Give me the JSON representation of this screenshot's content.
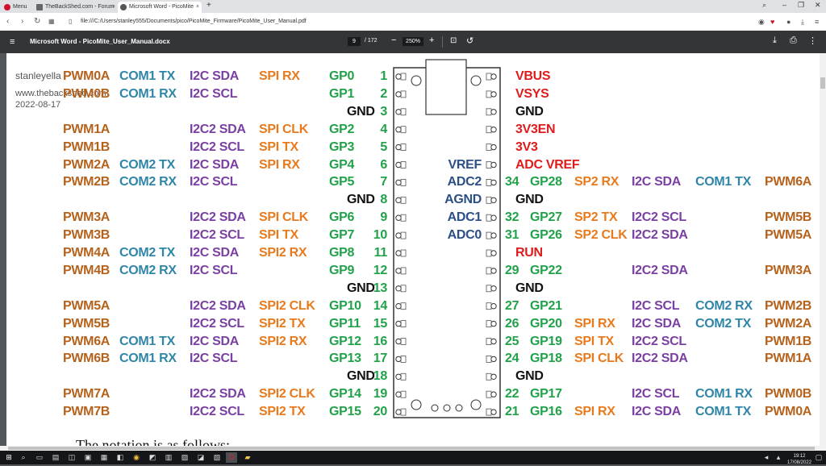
{
  "browser": {
    "tabs": [
      {
        "label": "Menu",
        "icon_color": "#d0102b",
        "active": false
      },
      {
        "label": "TheBackShed.com - Forum",
        "icon_color": "#666",
        "active": false
      },
      {
        "label": "Microsoft Word - PicoMite",
        "icon_color": "#555",
        "active": true
      }
    ],
    "new_tab": "+",
    "url": "file:///C:/Users/stanley555/Documents/pico/PicoMite_Firmware/PicoMite_User_Manual.pdf"
  },
  "pdf_toolbar": {
    "menu_icon": "menu-icon",
    "title": "Microsoft Word - PicoMite_User_Manual.docx",
    "page_current": "9",
    "page_total": "/ 172",
    "zoom_minus": "−",
    "zoom": "250%",
    "zoom_plus": "+"
  },
  "stamp": {
    "name": "stanleyella",
    "site": "www.thebackshed.com",
    "date": "2022-08-17"
  },
  "pinout": {
    "left_rows": [
      {
        "pwm": "PWM0A",
        "com": "COM1 TX",
        "i2c": "I2C SDA",
        "spi": "SPI RX",
        "gp": "GP0",
        "pin": "1"
      },
      {
        "pwm": "PWM0B",
        "com": "COM1 RX",
        "i2c": "I2C SCL",
        "spi": "",
        "gp": "GP1",
        "pin": "2"
      },
      {
        "gnd": "GND",
        "pin": "3"
      },
      {
        "pwm": "PWM1A",
        "com": "",
        "i2c": "I2C2 SDA",
        "spi": "SPI CLK",
        "gp": "GP2",
        "pin": "4"
      },
      {
        "pwm": "PWM1B",
        "com": "",
        "i2c": "I2C2 SCL",
        "spi": "SPI TX",
        "gp": "GP3",
        "pin": "5"
      },
      {
        "pwm": "PWM2A",
        "com": "COM2 TX",
        "i2c": "I2C SDA",
        "spi": "SPI RX",
        "gp": "GP4",
        "pin": "6"
      },
      {
        "pwm": "PWM2B",
        "com": "COM2 RX",
        "i2c": "I2C SCL",
        "spi": "",
        "gp": "GP5",
        "pin": "7"
      },
      {
        "gnd": "GND",
        "pin": "8"
      },
      {
        "pwm": "PWM3A",
        "com": "",
        "i2c": "I2C2 SDA",
        "spi": "SPI CLK",
        "gp": "GP6",
        "pin": "9"
      },
      {
        "pwm": "PWM3B",
        "com": "",
        "i2c": "I2C2 SCL",
        "spi": "SPI TX",
        "gp": "GP7",
        "pin": "10"
      },
      {
        "pwm": "PWM4A",
        "com": "COM2 TX",
        "i2c": "I2C SDA",
        "spi": "SPI2 RX",
        "gp": "GP8",
        "pin": "11"
      },
      {
        "pwm": "PWM4B",
        "com": "COM2 RX",
        "i2c": "I2C SCL",
        "spi": "",
        "gp": "GP9",
        "pin": "12"
      },
      {
        "gnd": "GND",
        "pin": "13"
      },
      {
        "pwm": "PWM5A",
        "com": "",
        "i2c": "I2C2 SDA",
        "spi": "SPI2 CLK",
        "gp": "GP10",
        "pin": "14"
      },
      {
        "pwm": "PWM5B",
        "com": "",
        "i2c": "I2C2 SCL",
        "spi": "SPI2 TX",
        "gp": "GP11",
        "pin": "15"
      },
      {
        "pwm": "PWM6A",
        "com": "COM1 TX",
        "i2c": "I2C SDA",
        "spi": "SPI2 RX",
        "gp": "GP12",
        "pin": "16"
      },
      {
        "pwm": "PWM6B",
        "com": "COM1 RX",
        "i2c": "I2C SCL",
        "spi": "",
        "gp": "GP13",
        "pin": "17"
      },
      {
        "gnd": "GND",
        "pin": "18"
      },
      {
        "pwm": "PWM7A",
        "com": "",
        "i2c": "I2C2 SDA",
        "spi": "SPI2 CLK",
        "gp": "GP14",
        "pin": "19"
      },
      {
        "pwm": "PWM7B",
        "com": "",
        "i2c": "I2C2 SCL",
        "spi": "SPI2 TX",
        "gp": "GP15",
        "pin": "20"
      }
    ],
    "right_rows": [
      {
        "power": "VBUS"
      },
      {
        "power": "VSYS"
      },
      {
        "gnd": "GND"
      },
      {
        "power": "3V3EN"
      },
      {
        "power": "3V3"
      },
      {
        "adc": "VREF",
        "power": "ADC VREF"
      },
      {
        "adc": "ADC2",
        "pin": "34",
        "gp": "GP28",
        "spi": "SP2 RX",
        "i2c": "I2C SDA",
        "com": "COM1 TX",
        "pwm": "PWM6A"
      },
      {
        "adc": "AGND",
        "gnd": "GND"
      },
      {
        "adc": "ADC1",
        "pin": "32",
        "gp": "GP27",
        "spi": "SP2 TX",
        "i2c": "I2C2 SCL",
        "com": "",
        "pwm": "PWM5B"
      },
      {
        "adc": "ADC0",
        "pin": "31",
        "gp": "GP26",
        "spi": "SP2 CLK",
        "i2c": "I2C2 SDA",
        "com": "",
        "pwm": "PWM5A"
      },
      {
        "power": "RUN"
      },
      {
        "pin": "29",
        "gp": "GP22",
        "spi": "",
        "i2c": "I2C2 SDA",
        "com": "",
        "pwm": "PWM3A"
      },
      {
        "gnd": "GND"
      },
      {
        "pin": "27",
        "gp": "GP21",
        "spi": "",
        "i2c": "I2C SCL",
        "com": "COM2 RX",
        "pwm": "PWM2B"
      },
      {
        "pin": "26",
        "gp": "GP20",
        "spi": "SPI RX",
        "i2c": "I2C SDA",
        "com": "COM2 TX",
        "pwm": "PWM2A"
      },
      {
        "pin": "25",
        "gp": "GP19",
        "spi": "SPI TX",
        "i2c": "I2C2 SCL",
        "com": "",
        "pwm": "PWM1B"
      },
      {
        "pin": "24",
        "gp": "GP18",
        "spi": "SPI CLK",
        "i2c": "I2C2 SDA",
        "com": "",
        "pwm": "PWM1A"
      },
      {
        "gnd": "GND"
      },
      {
        "pin": "22",
        "gp": "GP17",
        "spi": "",
        "i2c": "I2C SCL",
        "com": "COM1 RX",
        "pwm": "PWM0B"
      },
      {
        "pin": "21",
        "gp": "GP16",
        "spi": "SPI RX",
        "i2c": "I2C SDA",
        "com": "COM1 TX",
        "pwm": "PWM0A"
      }
    ]
  },
  "footer_text": "The notation is as follows:",
  "taskbar": {
    "clock_time": "19:12",
    "clock_date": "17/08/2022"
  },
  "colors": {
    "pwm": "#b5621c",
    "com": "#2f86a8",
    "i2c": "#7a3fa3",
    "spi": "#e87a1e",
    "gp": "#21a24a",
    "power": "#e01b1b",
    "gnd": "#111111",
    "adc": "#2b4f86"
  }
}
